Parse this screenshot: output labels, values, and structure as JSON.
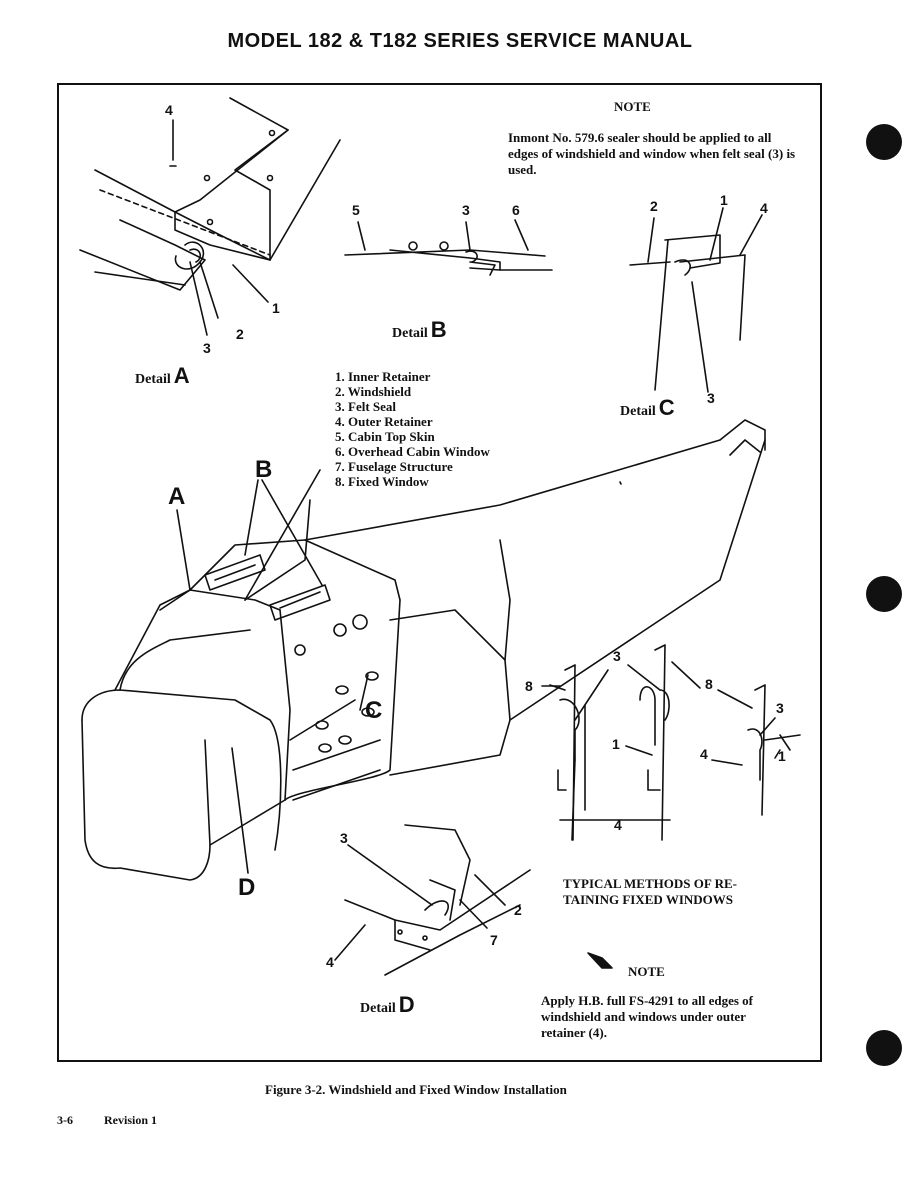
{
  "header": {
    "title": "MODEL 182 & T182 SERIES SERVICE MANUAL"
  },
  "note_top": {
    "title": "NOTE",
    "text": "Inmont No. 579.6 sealer should be applied to all edges of windshield and window when felt seal (3) is used."
  },
  "details": {
    "a": {
      "word": "Detail",
      "letter": "A"
    },
    "b": {
      "word": "Detail",
      "letter": "B"
    },
    "c": {
      "word": "Detail",
      "letter": "C"
    },
    "d": {
      "word": "Detail",
      "letter": "D"
    }
  },
  "legend": [
    "1.  Inner Retainer",
    "2.  Windshield",
    "3.  Felt Seal",
    "4.  Outer Retainer",
    "5.  Cabin Top Skin",
    "6.  Overhead Cabin Window",
    "7.  Fuselage Structure",
    "8.  Fixed Window"
  ],
  "callouts": {
    "a": [
      "4",
      "1",
      "2",
      "3"
    ],
    "b": [
      "5",
      "3",
      "6"
    ],
    "c": [
      "2",
      "1",
      "4",
      "3"
    ],
    "main": [
      "A",
      "B",
      "C",
      "D"
    ],
    "typical": [
      "8",
      "3",
      "8",
      "3",
      "1",
      "1",
      "4",
      "4"
    ],
    "d": [
      "3",
      "2",
      "7",
      "4"
    ]
  },
  "typical_caption": "TYPICAL METHODS OF RE-\nTAINING FIXED WINDOWS",
  "note_bottom": {
    "title": "NOTE",
    "text": "Apply H.B. full FS-4291 to all edges of windshield and windows under outer retainer (4)."
  },
  "figure_caption": "Figure 3-2.  Windshield and Fixed Window Installation",
  "footer": {
    "page": "3-6",
    "revision": "Revision 1"
  }
}
